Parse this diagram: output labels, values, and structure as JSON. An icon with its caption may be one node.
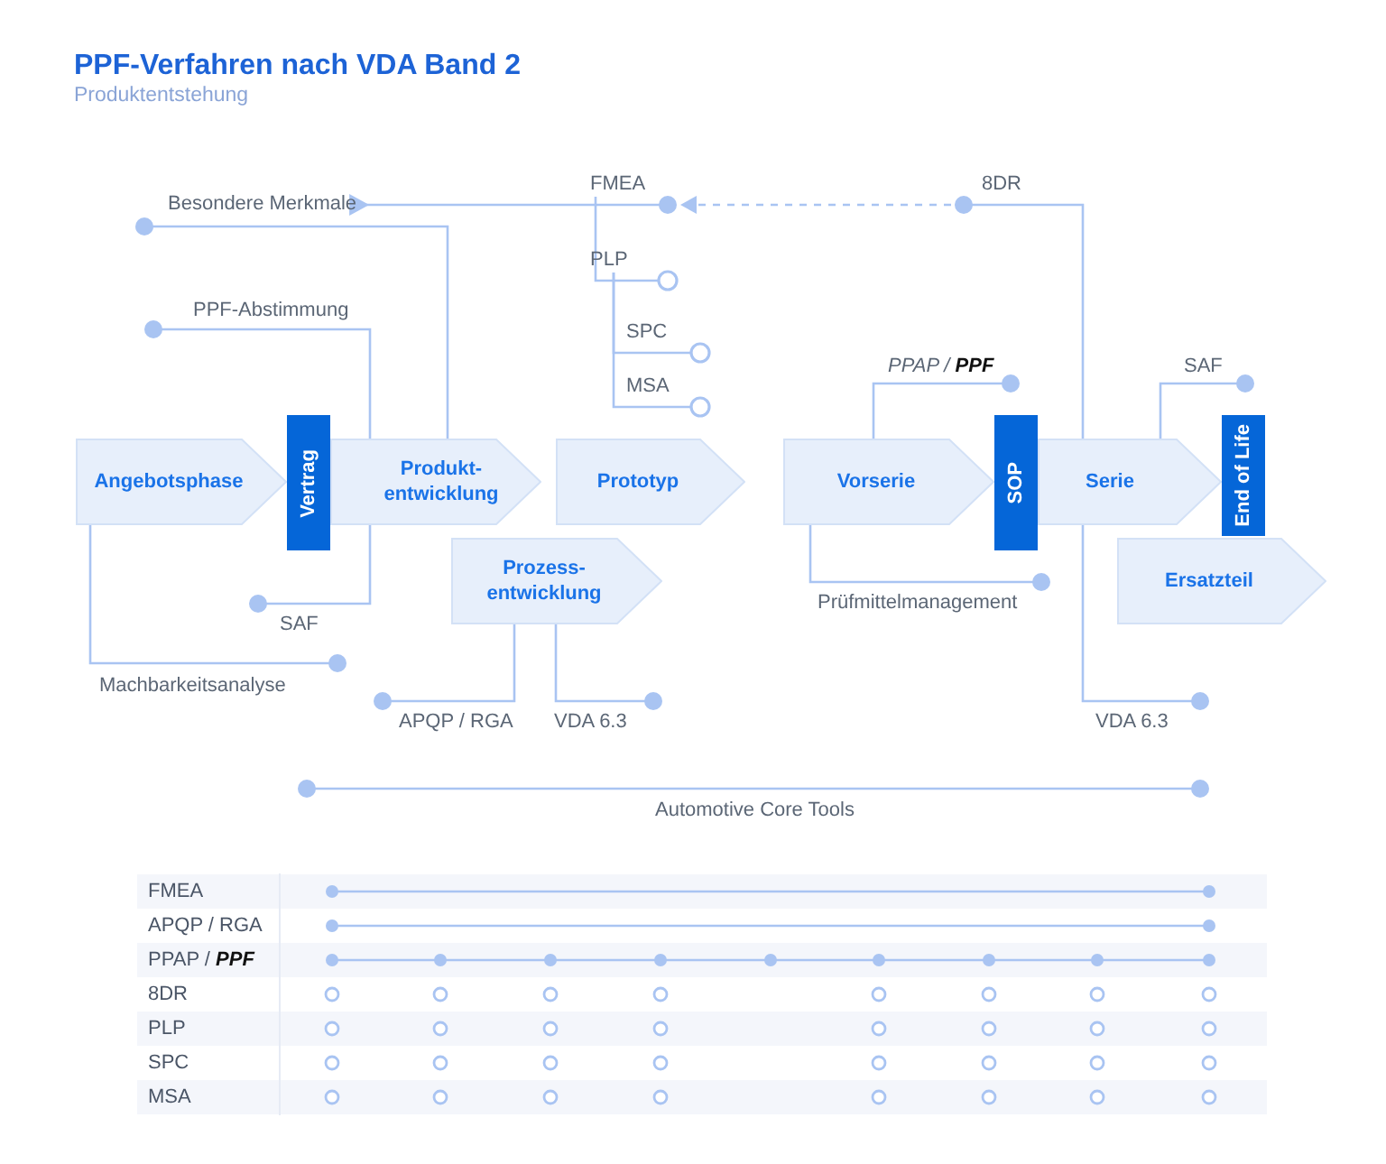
{
  "diagram": {
    "title": "PPF-Verfahren nach VDA Band 2",
    "nodes": [
      {
        "text": [
          "Angebotsphase"
        ]
      },
      {
        "text": [
          "Vertrag"
        ]
      },
      {
        "text": [
          "Produkt- entwicklung"
        ]
      },
      {
        "text": [
          "Prototyp"
        ]
      },
      {
        "text": [
          "Prozess- entwicklung"
        ]
      },
      {
        "text": [
          "Vorserie"
        ]
      },
      {
        "text": [
          "SOP"
        ]
      },
      {
        "text": [
          "Serie"
        ]
      },
      {
        "text": [
          "End of Life"
        ]
      },
      {
        "text": [
          "Ersatzteil"
        ]
      },
      {
        "text": [
          "Besondere Merkmale"
        ]
      },
      {
        "text": [
          "PPF-Abstimmung"
        ]
      },
      {
        "text": [
          "SAF"
        ]
      },
      {
        "text": [
          "Machbarkeitsanalyse"
        ]
      },
      {
        "text": [
          "FMEA"
        ]
      },
      {
        "text": [
          "PLP"
        ]
      },
      {
        "text": [
          "SPC"
        ]
      },
      {
        "text": [
          "MSA"
        ]
      },
      {
        "text": [
          "8DR"
        ]
      },
      {
        "text": [
          "PPAP / **PPF**"
        ]
      },
      {
        "text": [
          "Prüfmittelmanagement"
        ]
      },
      {
        "text": [
          "SAF"
        ]
      },
      {
        "text": [
          "VDA 6.3"
        ]
      },
      {
        "text": [
          "APQP / RGA"
        ]
      },
      {
        "text": [
          "VDA 6.3"
        ]
      }
    ],
    "edges": [
      {
        "from": 0,
        "to": 13,
        "arrow": "other"
      },
      {
        "from": 2,
        "to": 10,
        "arrow": "other"
      },
      {
        "from": 2,
        "to": 11,
        "arrow": "other"
      },
      {
        "from": 2,
        "to": 12,
        "arrow": "other"
      },
      {
        "from": 10,
        "to": 14,
        "arrow": "other"
      },
      {
        "from": 14,
        "to": 15,
        "arrow": "other"
      },
      {
        "from": 15,
        "to": 16,
        "arrow": "other"
      },
      {
        "from": 15,
        "to": 17,
        "arrow": "other"
      },
      {
        "from": 7,
        "to": 18,
        "arrow": "other"
      },
      {
        "from": 18,
        "to": 14,
        "arrow": "to",
        "style": "dashed"
      },
      {
        "from": 5,
        "to": 19,
        "arrow": "other"
      },
      {
        "from": 5,
        "to": 20,
        "arrow": "other"
      },
      {
        "from": 7,
        "to": 21,
        "arrow": "other"
      },
      {
        "from": 7,
        "to": 22,
        "arrow": "other"
      },
      {
        "from": 4,
        "to": 23,
        "arrow": "other"
      },
      {
        "from": 4,
        "to": 24,
        "arrow": "other"
      }
    ],
    "labels": [
      "Produktentstehung",
      "Automotive Core Tools",
      "FMEA",
      "APQP / RGA",
      "PPAP / **PPF**",
      "8DR",
      "PLP",
      "SPC",
      "MSA"
    ]
  }
}
